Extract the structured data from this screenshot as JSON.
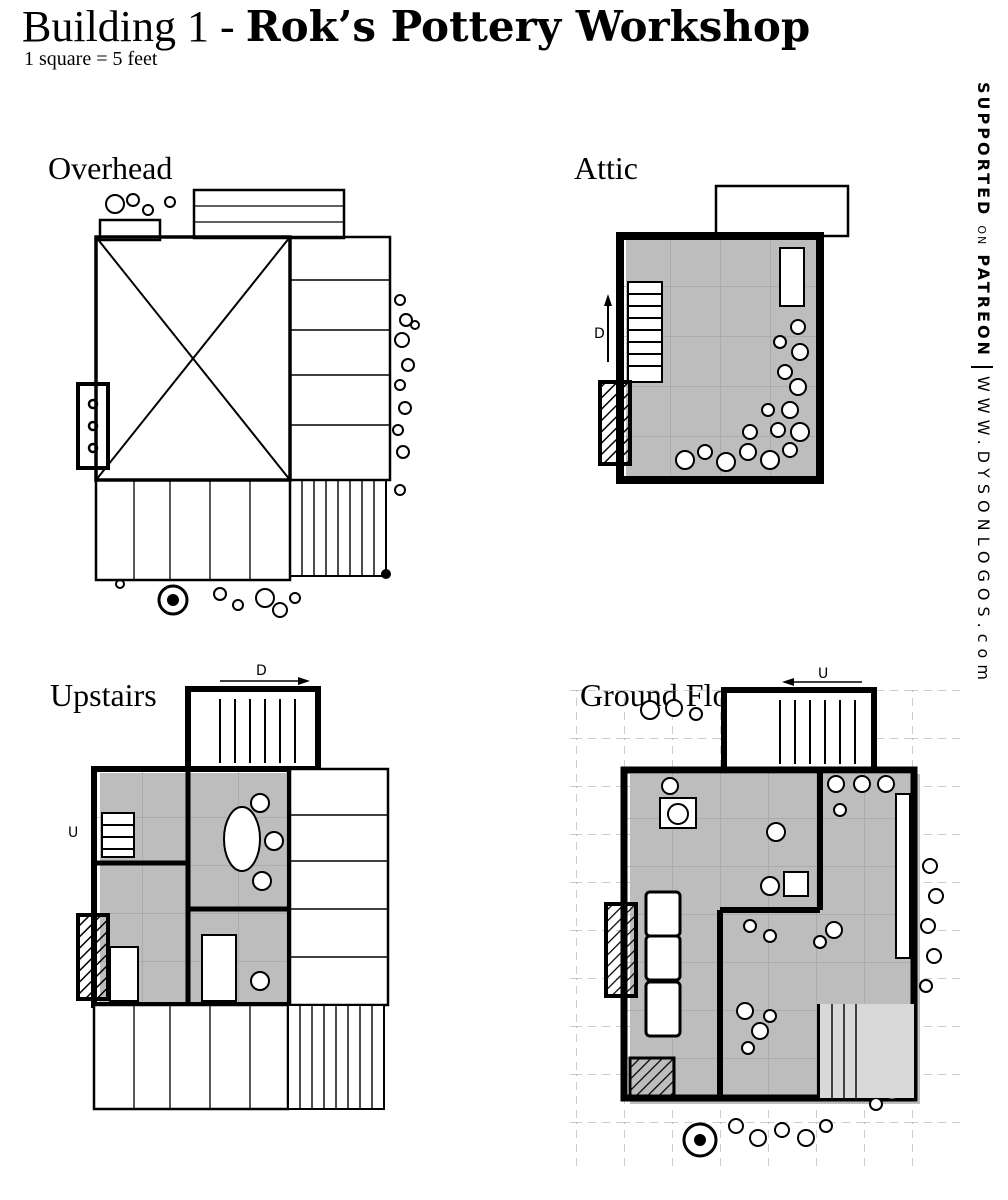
{
  "title": {
    "prefix": "Building 1 - ",
    "name": "Rok’s Pottery Workshop"
  },
  "scale": "1 square = 5 feet",
  "sidebar": {
    "supported": "SUPPORTED",
    "on": "ON",
    "patreon": "PATREON",
    "url": "WWW.DYSONLOGOS.com"
  },
  "maps": {
    "overhead": {
      "label": "Overhead"
    },
    "attic": {
      "label": "Attic",
      "stair_label": "D"
    },
    "upstairs": {
      "label": "Upstairs",
      "stair_label_top": "D",
      "stair_label_side": "U"
    },
    "ground": {
      "label": "Ground Floor",
      "stair_label": "U"
    }
  },
  "colors": {
    "ink": "#000000",
    "shadow": "#bdbdbd",
    "paper": "#ffffff",
    "grid": "#9a9a9a"
  }
}
